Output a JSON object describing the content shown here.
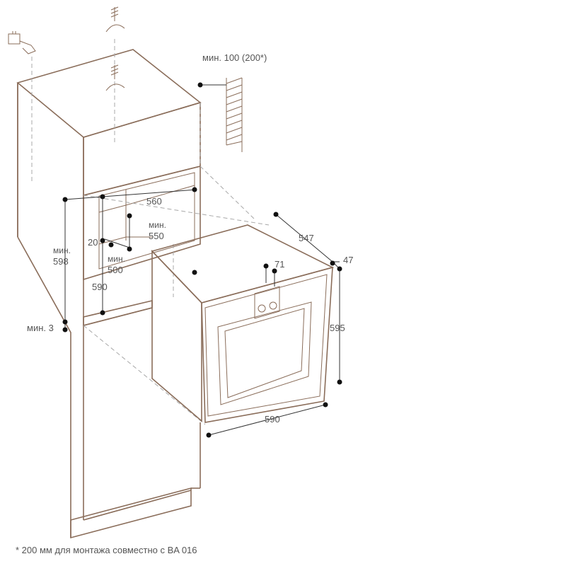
{
  "labels": {
    "min_100": "мин. 100 (200*)",
    "w_560": "560",
    "min_word_a": "мин.",
    "v_550": "550",
    "v_20": "20",
    "min_word_b": "мин.",
    "v_500": "500",
    "min_word_c": "мин.",
    "v_598": "598",
    "v_590_left": "590",
    "min_3": "мин. 3",
    "v_547": "547",
    "v_71": "71",
    "v_47": "47",
    "v_595": "595",
    "v_590_bottom": "590"
  },
  "footnote": "* 200 мм для монтажа совместно с BA 016"
}
